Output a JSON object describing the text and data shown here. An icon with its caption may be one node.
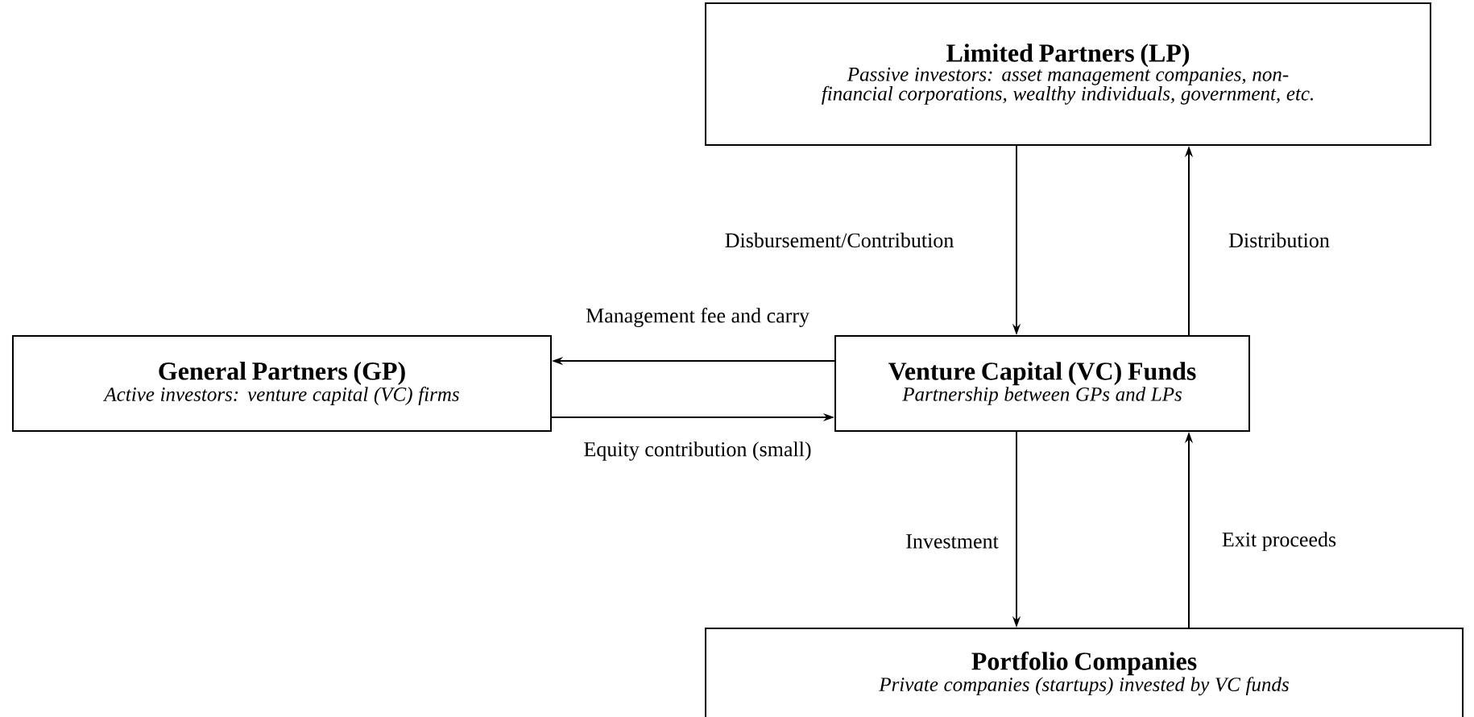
{
  "diagram": {
    "nodes": [
      {
        "text": [
          "Limited Partners (LP)",
          "Passive investors: asset management companies, non-financial corporations, wealthy individuals, government, etc."
        ]
      },
      {
        "text": [
          "General Partners (GP)",
          "Active investors: venture capital (VC) firms"
        ]
      },
      {
        "text": [
          "Venture Capital (VC) Funds",
          "Partnership between GPs and LPs"
        ]
      },
      {
        "text": [
          "Portfolio Companies",
          "Private companies (startups) invested by VC funds"
        ]
      }
    ],
    "edges": [
      {
        "from": 0,
        "to": 2,
        "arrow": "to",
        "label": "Disbursement/Contribution"
      },
      {
        "from": 2,
        "to": 0,
        "arrow": "to",
        "label": "Distribution"
      },
      {
        "from": 2,
        "to": 1,
        "arrow": "to",
        "label": "Management fee and carry"
      },
      {
        "from": 1,
        "to": 2,
        "arrow": "to",
        "label": "Equity contribution (small)"
      },
      {
        "from": 2,
        "to": 3,
        "arrow": "to",
        "label": "Investment"
      },
      {
        "from": 3,
        "to": 2,
        "arrow": "to",
        "label": "Exit proceeds"
      }
    ]
  }
}
